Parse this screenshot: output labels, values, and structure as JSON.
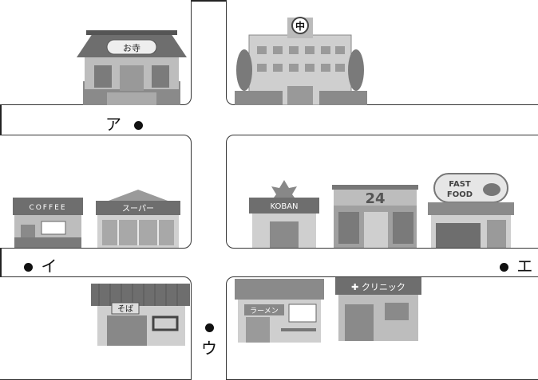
{
  "buildings": {
    "temple": {
      "label": "お寺"
    },
    "school": {
      "label": "中"
    },
    "coffee": {
      "label": "COFFEE"
    },
    "supermarket": {
      "label": "スーパー"
    },
    "koban": {
      "label": "KOBAN"
    },
    "convenience": {
      "label": "24"
    },
    "fastfood": {
      "line1": "FAST",
      "line2": "FOOD"
    },
    "soba": {
      "label": "そば"
    },
    "ramen": {
      "label": "ラーメン"
    },
    "clinic": {
      "label": "✚ クリニック"
    }
  },
  "markers": {
    "a": "ア",
    "i": "イ",
    "u": "ウ",
    "e": "エ"
  },
  "colors": {
    "building_dark": "#6e6e6e",
    "building_mid": "#9a9a9a",
    "building_light": "#cfcfcf",
    "line": "#333333"
  }
}
